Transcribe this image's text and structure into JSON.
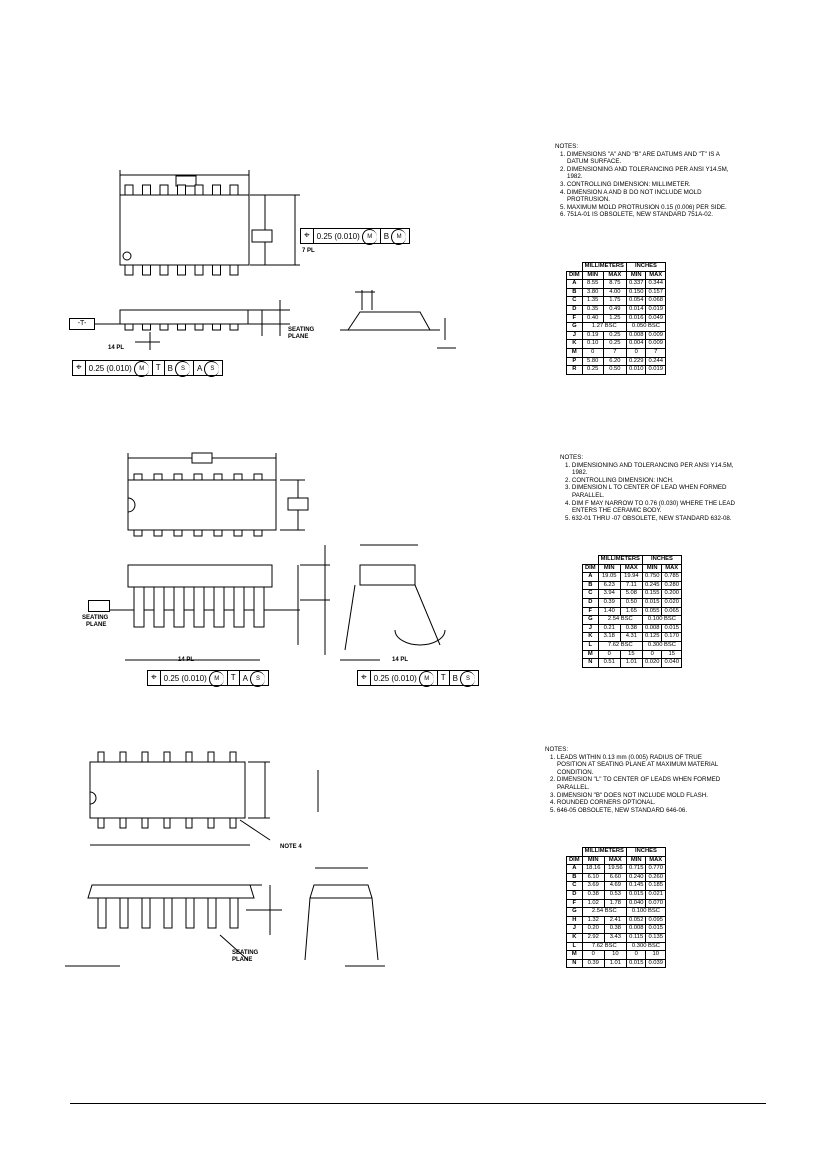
{
  "section1": {
    "notes_title": "NOTES:",
    "notes": [
      "1.  DIMENSIONS \"A\" AND \"B\" ARE DATUMS AND \"T\" IS A DATUM SURFACE.",
      "2.  DIMENSIONING AND TOLERANCING PER ANSI Y14.5M, 1982.",
      "3.  CONTROLLING DIMENSION: MILLIMETER.",
      "4.  DIMENSION A AND B DO NOT INCLUDE MOLD PROTRUSION.",
      "5.  MAXIMUM MOLD PROTRUSION 0.15 (0.006) PER SIDE.",
      "6.  751A-01 IS OBSOLETE, NEW STANDARD 751A-02."
    ],
    "table": {
      "headers": [
        "MILLIMETERS",
        "INCHES"
      ],
      "sub": [
        "DIM",
        "MIN",
        "MAX",
        "MIN",
        "MAX"
      ],
      "rows": [
        [
          "A",
          "8.55",
          "8.75",
          "0.337",
          "0.344"
        ],
        [
          "B",
          "3.80",
          "4.00",
          "0.150",
          "0.157"
        ],
        [
          "C",
          "1.35",
          "1.75",
          "0.054",
          "0.068"
        ],
        [
          "D",
          "0.35",
          "0.49",
          "0.014",
          "0.019"
        ],
        [
          "F",
          "0.40",
          "1.25",
          "0.016",
          "0.049"
        ],
        [
          "G",
          "1.27 BSC",
          "",
          "0.050 BSC",
          ""
        ],
        [
          "J",
          "0.19",
          "0.25",
          "0.008",
          "0.009"
        ],
        [
          "K",
          "0.10",
          "0.25",
          "0.004",
          "0.009"
        ],
        [
          "M",
          "0",
          "7",
          "0",
          "7"
        ],
        [
          "P",
          "5.80",
          "6.20",
          "0.229",
          "0.244"
        ],
        [
          "R",
          "0.25",
          "0.50",
          "0.010",
          "0.019"
        ]
      ]
    },
    "tol_b": [
      "0.25 (0.010)",
      "M",
      "B",
      "M"
    ],
    "tol_bottom": [
      "0.25 (0.010)",
      "M",
      "T",
      "B",
      "S",
      "A",
      "S"
    ],
    "label_7pl": "7 PL",
    "label_14pl": "14 PL",
    "label_t": "-T-",
    "seating": "SEATING",
    "plane": "PLANE"
  },
  "section2": {
    "notes_title": "NOTES:",
    "notes": [
      "1.  DIMENSIONING AND TOLERANCING PER ANSI Y14.5M, 1982.",
      "2.  CONTROLLING DIMENSION: INCH.",
      "3.  DIMENSION L TO CENTER OF LEAD WHEN FORMED PARALLEL.",
      "4.  DIM F MAY NARROW TO 0.76 (0.030) WHERE THE LEAD ENTERS THE CERAMIC BODY.",
      "5.  632-01 THRU -07 OBSOLETE, NEW STANDARD 632-08."
    ],
    "table": {
      "headers": [
        "MILLIMETERS",
        "INCHES"
      ],
      "sub": [
        "DIM",
        "MIN",
        "MAX",
        "MIN",
        "MAX"
      ],
      "rows": [
        [
          "A",
          "19.05",
          "19.94",
          "0.750",
          "0.785"
        ],
        [
          "B",
          "6.23",
          "7.11",
          "0.245",
          "0.280"
        ],
        [
          "C",
          "3.94",
          "5.08",
          "0.155",
          "0.200"
        ],
        [
          "D",
          "0.39",
          "0.50",
          "0.015",
          "0.020"
        ],
        [
          "F",
          "1.40",
          "1.65",
          "0.055",
          "0.065"
        ],
        [
          "G",
          "2.54 BSC",
          "",
          "0.100 BSC",
          ""
        ],
        [
          "J",
          "0.21",
          "0.38",
          "0.008",
          "0.015"
        ],
        [
          "K",
          "3.18",
          "4.31",
          "0.125",
          "0.170"
        ],
        [
          "L",
          "7.62 BSC",
          "",
          "0.300 BSC",
          ""
        ],
        [
          "M",
          "0",
          "15",
          "0",
          "15"
        ],
        [
          "N",
          "0.51",
          "1.01",
          "0.020",
          "0.040"
        ]
      ]
    },
    "tol_a": [
      "0.25 (0.010)",
      "M",
      "T",
      "A",
      "S"
    ],
    "tol_b": [
      "0.25 (0.010)",
      "M",
      "T",
      "B",
      "S"
    ],
    "label_14pl": "14 PL",
    "seating": "SEATING",
    "plane": "PLANE"
  },
  "section3": {
    "notes_title": "NOTES:",
    "notes": [
      "1.  LEADS WITHIN 0.13 mm (0.005) RADIUS OF TRUE POSITION AT SEATING PLANE AT MAXIMUM MATERIAL CONDITION.",
      "2.  DIMENSION \"L\" TO CENTER OF LEADS WHEN FORMED PARALLEL.",
      "3.  DIMENSION \"B\" DOES NOT INCLUDE MOLD FLASH.",
      "4.  ROUNDED CORNERS OPTIONAL.",
      "5.  646-05 OBSOLETE, NEW STANDARD 646-06."
    ],
    "table": {
      "headers": [
        "MILLIMETERS",
        "INCHES"
      ],
      "sub": [
        "DIM",
        "MIN",
        "MAX",
        "MIN",
        "MAX"
      ],
      "rows": [
        [
          "A",
          "18.16",
          "19.56",
          "0.715",
          "0.770"
        ],
        [
          "B",
          "6.10",
          "6.60",
          "0.240",
          "0.260"
        ],
        [
          "C",
          "3.69",
          "4.69",
          "0.145",
          "0.185"
        ],
        [
          "D",
          "0.38",
          "0.53",
          "0.015",
          "0.021"
        ],
        [
          "F",
          "1.02",
          "1.78",
          "0.040",
          "0.070"
        ],
        [
          "G",
          "2.54 BSC",
          "",
          "0.100 BSC",
          ""
        ],
        [
          "H",
          "1.32",
          "2.41",
          "0.052",
          "0.095"
        ],
        [
          "J",
          "0.20",
          "0.38",
          "0.008",
          "0.015"
        ],
        [
          "K",
          "2.92",
          "3.43",
          "0.115",
          "0.135"
        ],
        [
          "L",
          "7.62 BSC",
          "",
          "0.300 BSC",
          ""
        ],
        [
          "M",
          "0",
          "10",
          "0",
          "10"
        ],
        [
          "N",
          "0.39",
          "1.01",
          "0.015",
          "0.039"
        ]
      ]
    },
    "note4": "NOTE 4",
    "seating": "SEATING",
    "plane": "PLANE"
  }
}
